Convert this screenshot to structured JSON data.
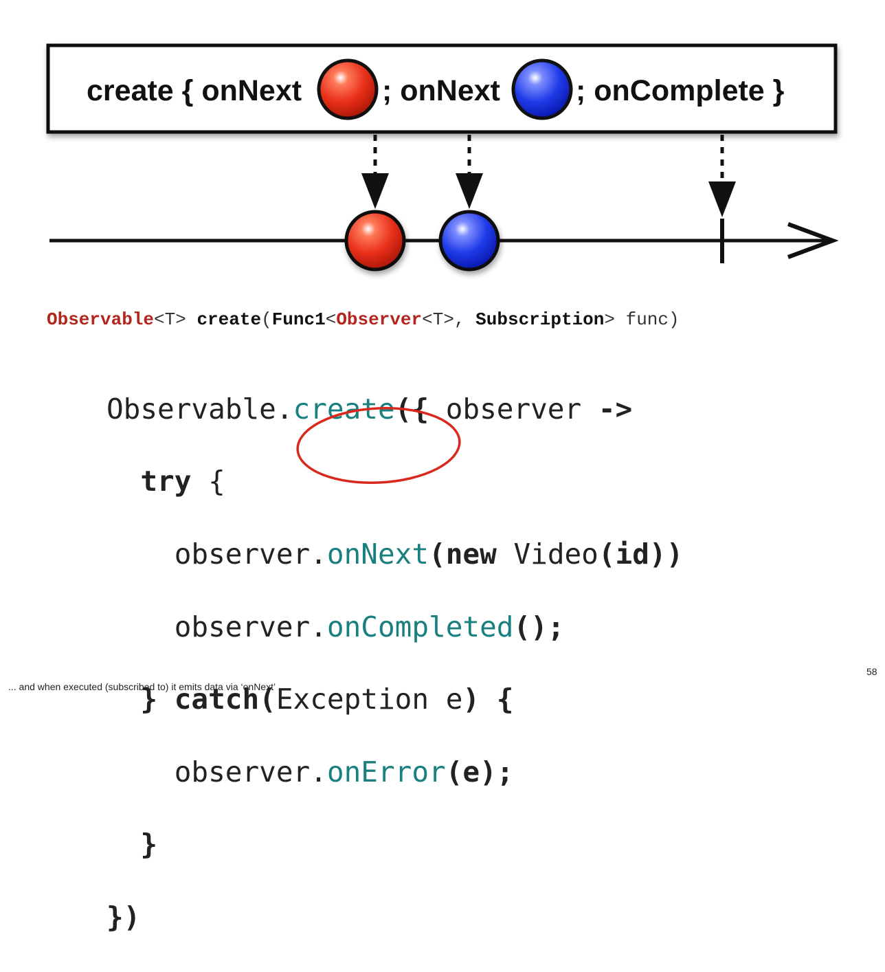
{
  "diagram": {
    "box_text": {
      "part1": "create { onNext",
      "part2": "; onNext",
      "part3": "; onComplete }"
    },
    "marbles": [
      {
        "name": "red",
        "color": "#e02a10"
      },
      {
        "name": "blue",
        "color": "#1f3be8"
      }
    ],
    "line_color": "#111111"
  },
  "signature": {
    "observable": "Observable",
    "t1": "<T> ",
    "create": "create",
    "paren_open": "(",
    "func1": "Func1",
    "lt": "<",
    "observer": "Observer",
    "t2": "<T>, ",
    "subscription": "Subscription",
    "rest": "> func)"
  },
  "code": {
    "l1_a": "Observable.",
    "l1_b": "create",
    "l1_c": "({ ",
    "l1_d": "observer ",
    "l1_e": "->",
    "l2_a": "  ",
    "l2_b": "try",
    "l2_c": " {",
    "l3_a": "    observer.",
    "l3_b": "onNext",
    "l3_c": "(",
    "l3_d": "new",
    "l3_e": " Video",
    "l3_f": "(id))",
    "l4_a": "    observer.",
    "l4_b": "onCompleted",
    "l4_c": "();",
    "l5_a": "  } ",
    "l5_b": "catch",
    "l5_c": "(",
    "l5_d": "Exception e",
    "l5_e": ") {",
    "l6_a": "    observer.",
    "l6_b": "onError",
    "l6_c": "(e);",
    "l7": "  }",
    "l8": "})"
  },
  "notes": "... and when executed (subscribed to) it emits data via ‘onNext’ ...",
  "page_number": "58",
  "colors": {
    "highlight": "#d9291c",
    "teal": "#1a7f7f",
    "sig_red": "#b3261e"
  }
}
